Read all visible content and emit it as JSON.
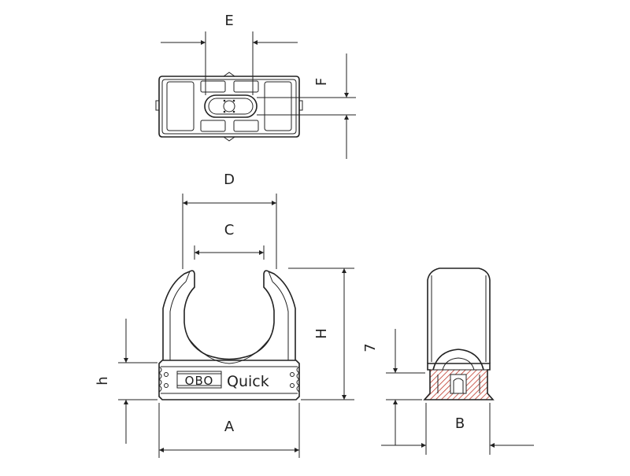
{
  "dimensions": {
    "E": "E",
    "F": "F",
    "D": "D",
    "C": "C",
    "H": "H",
    "h": "h",
    "A": "A",
    "B": "B",
    "seven": "7"
  },
  "branding": {
    "logo": "OBO",
    "product": "Quick"
  },
  "colors": {
    "line": "#222222",
    "hatch": "#c0392b",
    "background": "#ffffff"
  }
}
